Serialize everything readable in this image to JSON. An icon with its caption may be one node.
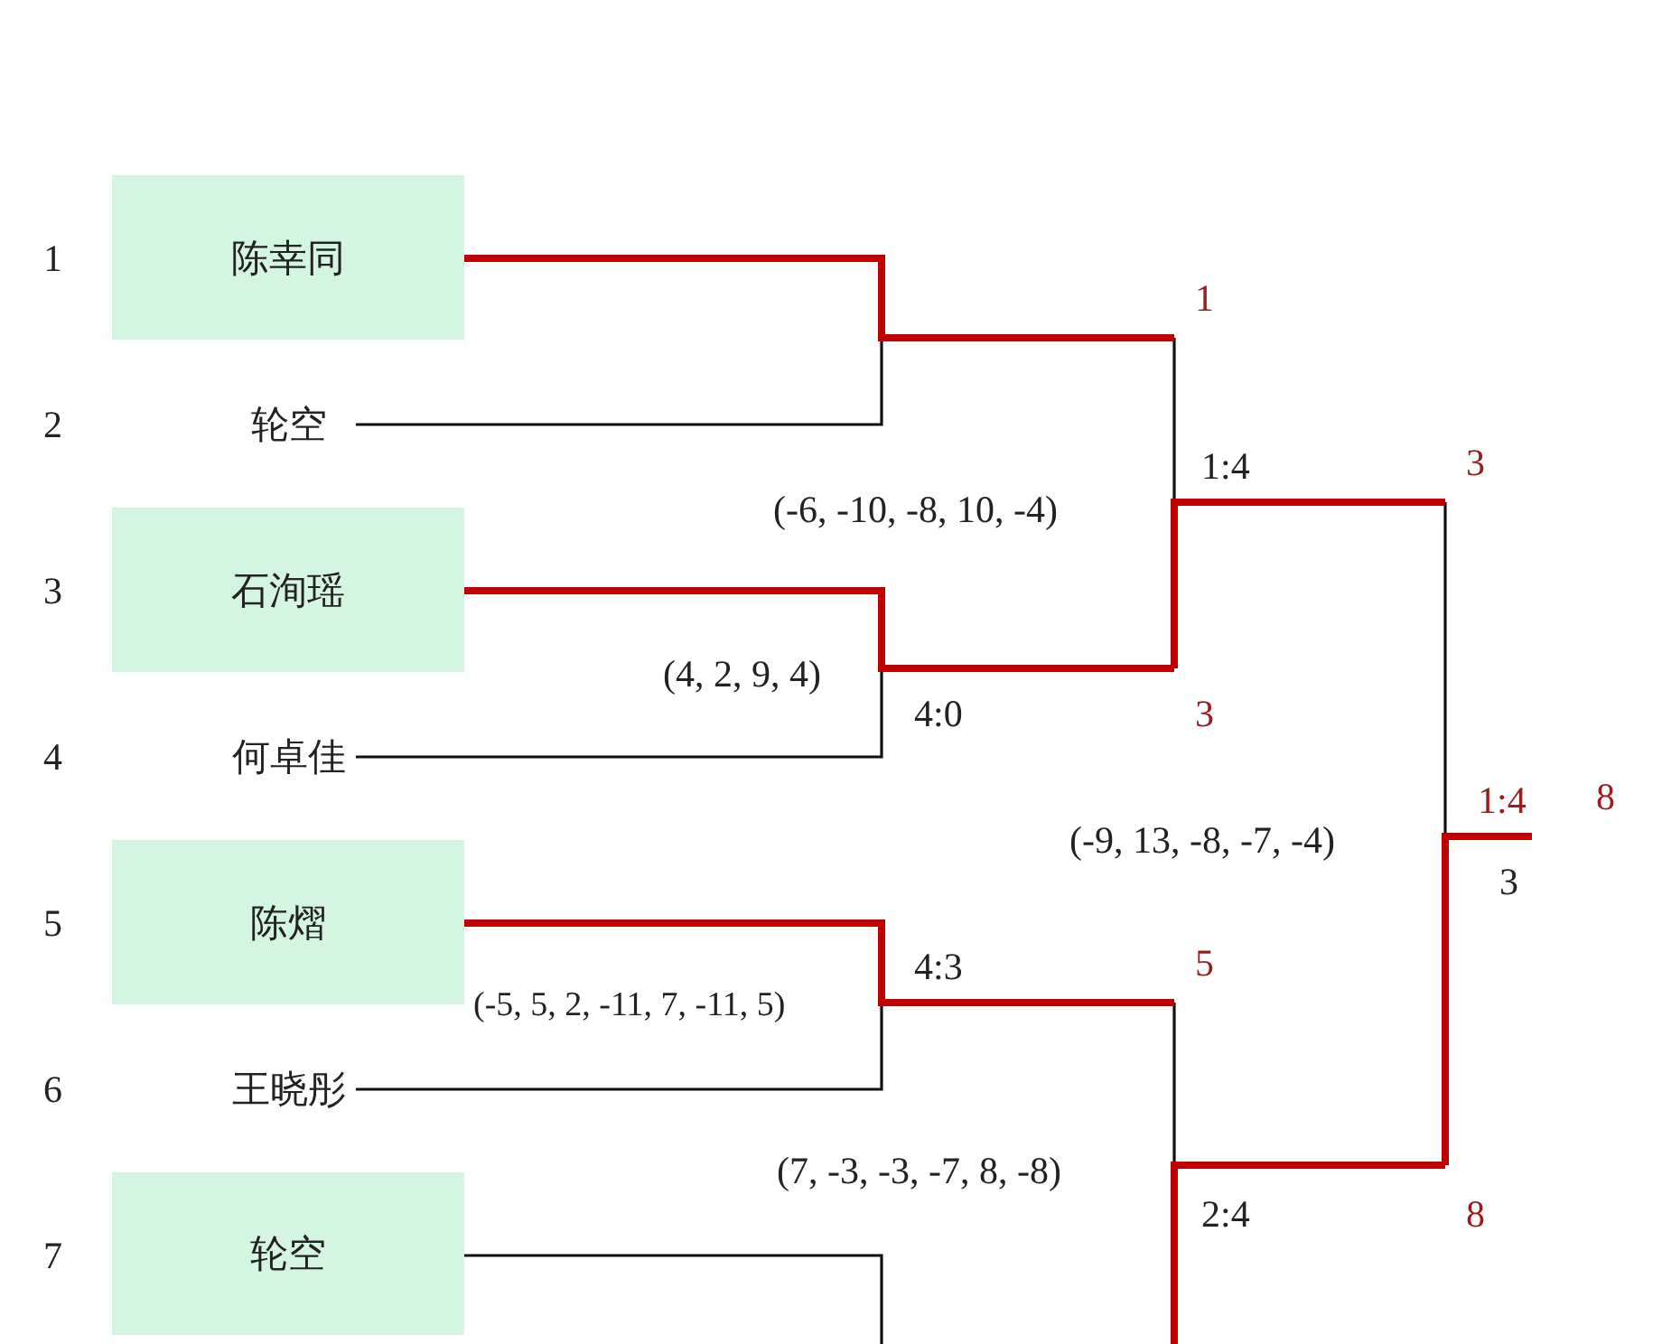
{
  "diagram": {
    "nodes": [
      {
        "text": [
          "陈幸同"
        ],
        "beside": [
          "1"
        ]
      },
      {
        "text": [
          "轮空"
        ]
      },
      {
        "text": [
          "石洵瑶"
        ],
        "beside": [
          "3"
        ]
      },
      {
        "text": [
          "何卓佳"
        ]
      },
      {
        "text": [
          "陈熠"
        ],
        "beside": [
          "5"
        ]
      },
      {
        "text": [
          "王晓彤"
        ]
      },
      {
        "text": [
          "轮空"
        ],
        "beside": [
          "7"
        ]
      },
      {
        "text": [
          "1"
        ]
      },
      {
        "text": [
          "3"
        ]
      },
      {
        "text": [
          "5"
        ]
      },
      {
        "text": [
          "3"
        ]
      },
      {
        "text": [
          "8"
        ]
      },
      {
        "text": [
          "8"
        ]
      }
    ],
    "edges": [
      {
        "from": 1,
        "to": 7,
        "arrow": "none"
      },
      {
        "from": 0,
        "to": 7,
        "arrow": "none",
        "style": "thick",
        "color": "#c00000"
      },
      {
        "from": 3,
        "to": 8,
        "arrow": "none"
      },
      {
        "from": 2,
        "to": 8,
        "arrow": "none",
        "style": "thick",
        "color": "#c00000"
      },
      {
        "from": 7,
        "to": 10,
        "arrow": "none"
      },
      {
        "from": 8,
        "to": 10,
        "arrow": "none",
        "style": "thick",
        "color": "#c00000"
      },
      {
        "from": 5,
        "to": 9,
        "arrow": "none"
      },
      {
        "from": 4,
        "to": 9,
        "arrow": "none",
        "style": "thick",
        "color": "#c00000"
      },
      {
        "from": 6,
        "to": null,
        "arrow": "none"
      },
      {
        "from": 9,
        "to": 11,
        "arrow": "none"
      },
      {
        "from": null,
        "to": 11,
        "arrow": "none",
        "style": "thick",
        "color": "#c00000"
      },
      {
        "from": 10,
        "to": 12,
        "arrow": "none"
      },
      {
        "from": 11,
        "to": 12,
        "arrow": "none",
        "style": "thick",
        "color": "#c00000"
      }
    ],
    "labels": [
      "2",
      "1:4",
      "(-6, -10, -8, 10, -4)",
      "(4, 2, 9, 4)",
      "4:0",
      "4",
      "1:4",
      "(-9, 13, -8, -7, -4)",
      "3",
      "4:3",
      "(-5, 5, 2, -11, 7, -11, 5)",
      "6",
      "(7, -3, -3, -7, 8, -8)",
      "2:4"
    ]
  }
}
